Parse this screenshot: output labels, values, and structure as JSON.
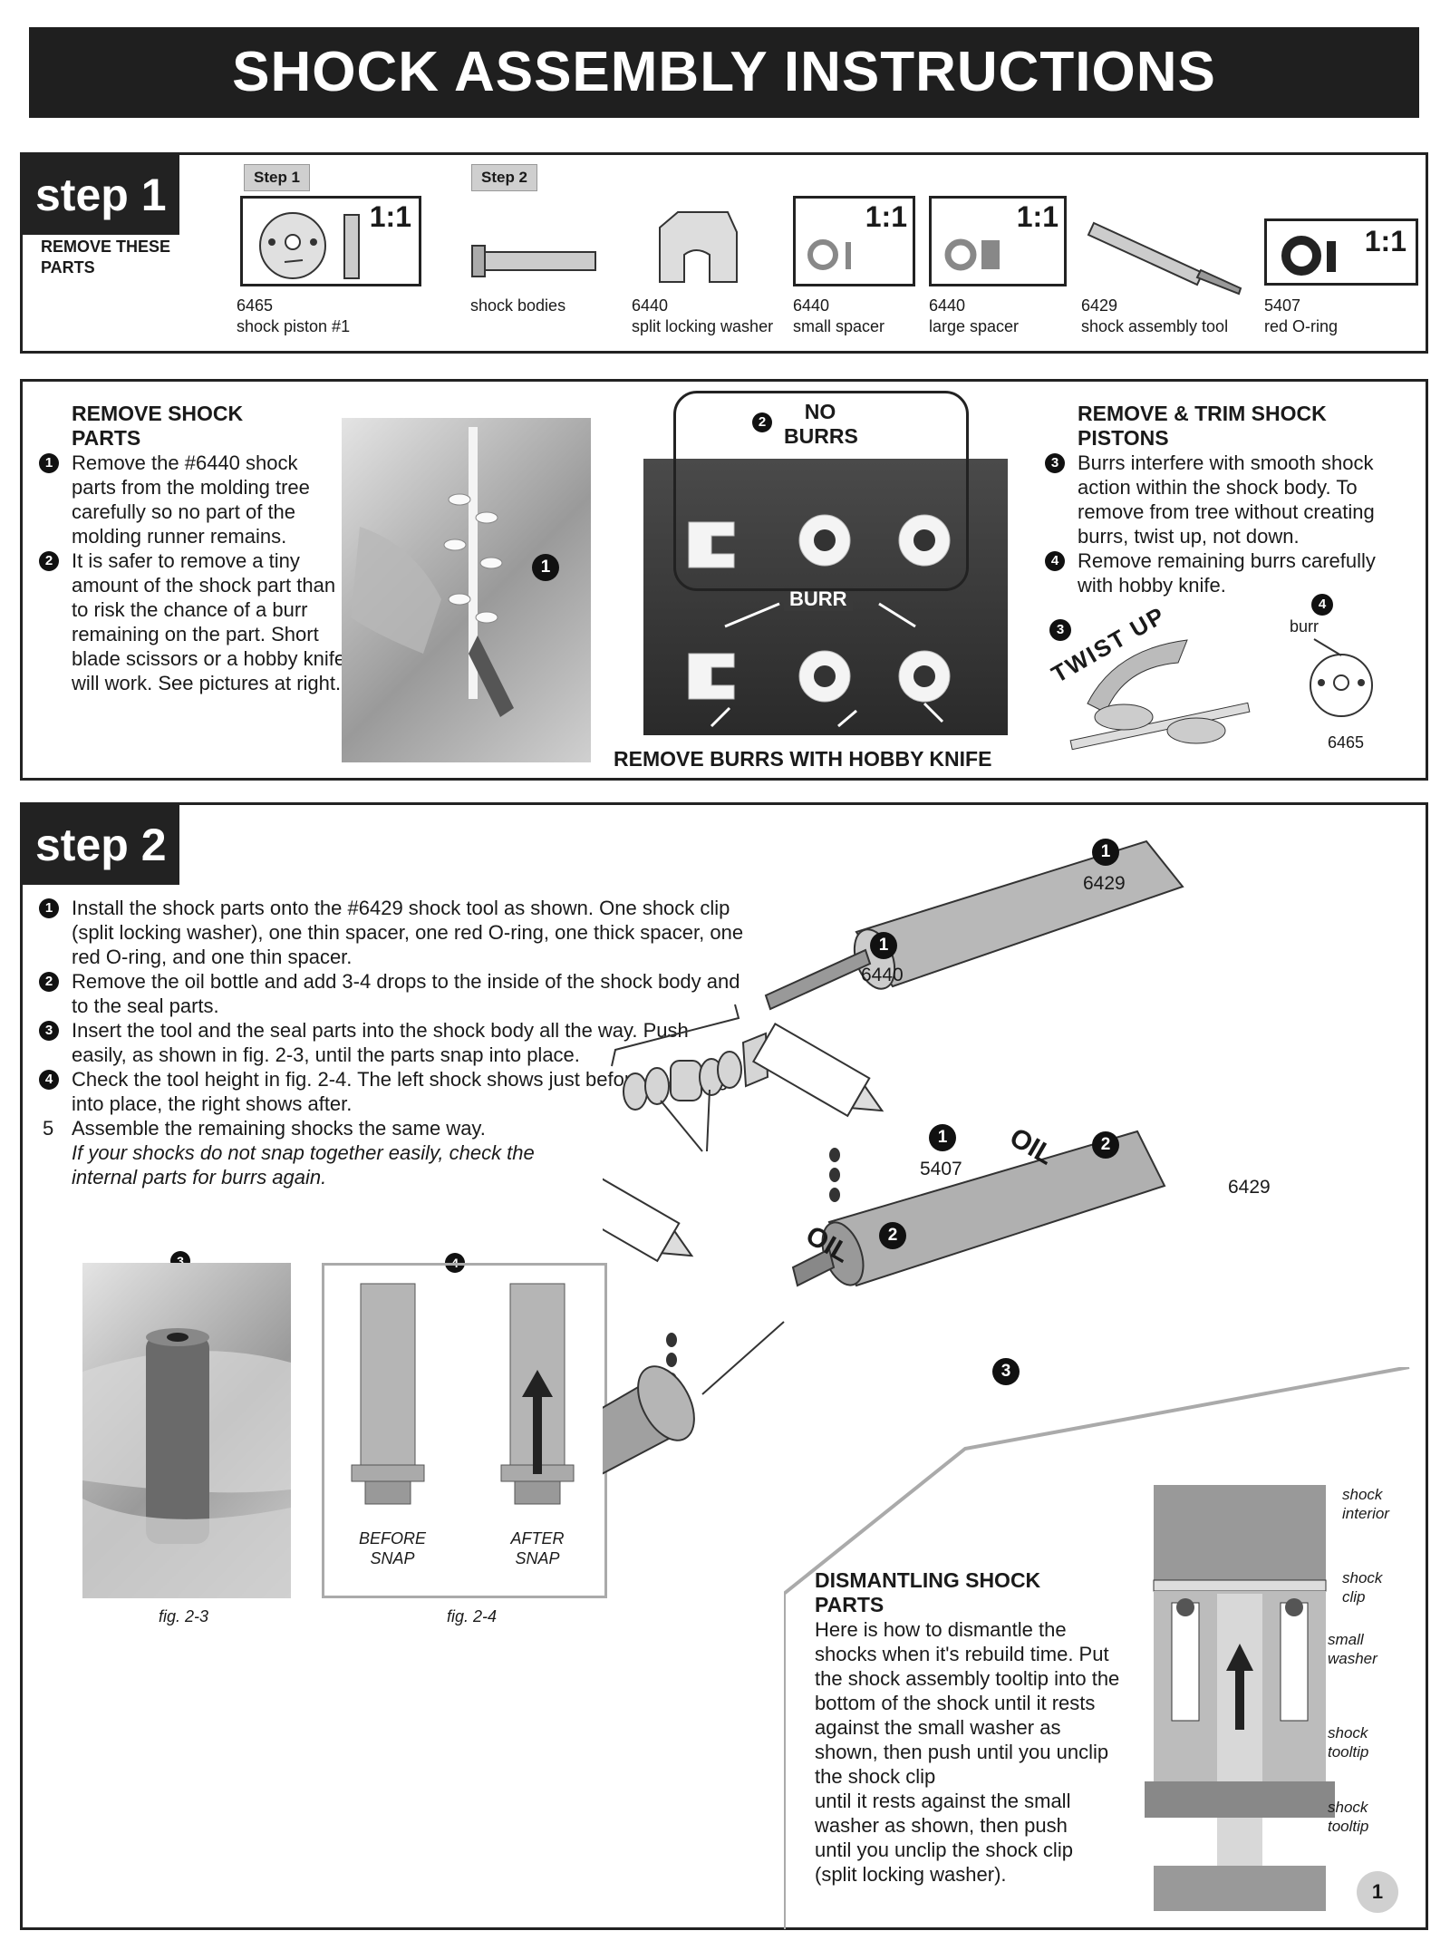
{
  "title": "SHOCK ASSEMBLY INSTRUCTIONS",
  "step1": {
    "tab": "step 1",
    "remove_label": "REMOVE THESE PARTS",
    "sub_step1": "Step 1",
    "sub_step2": "Step 2",
    "scale": "1:1",
    "parts": [
      {
        "num": "6465",
        "name": "shock piston #1"
      },
      {
        "num": "",
        "name": "shock bodies"
      },
      {
        "num": "6440",
        "name": "split locking washer"
      },
      {
        "num": "6440",
        "name": "small spacer"
      },
      {
        "num": "6440",
        "name": "large spacer"
      },
      {
        "num": "6429",
        "name": "shock assembly tool"
      },
      {
        "num": "5407",
        "name": "red O-ring"
      }
    ]
  },
  "remove_section": {
    "left_title": "REMOVE SHOCK PARTS",
    "left_items": [
      {
        "n": "1",
        "text": "Remove the #6440 shock parts from the molding tree carefully so no part of the molding runner remains."
      },
      {
        "n": "2",
        "text": "It is safer to remove a tiny amount of the shock part than to risk the chance of a burr remaining on the part. Short blade scissors or a hobby knife will work. See pictures at right."
      }
    ],
    "photo_callout": "1",
    "no_burrs_num": "2",
    "no_burrs": "NO BURRS",
    "burr_label": "BURR",
    "remove_burrs": "REMOVE BURRS WITH HOBBY KNIFE",
    "right_title": "REMOVE & TRIM SHOCK PISTONS",
    "right_items": [
      {
        "n": "3",
        "text": "Burrs interfere with smooth shock action within the shock body. To remove from tree without creating burrs, twist up, not down."
      },
      {
        "n": "4",
        "text": "Remove remaining burrs carefully with hobby knife."
      }
    ],
    "twist_num": "3",
    "twist_up": "TWIST UP",
    "burr_num": "4",
    "burr_small": "burr",
    "piston_num": "6465"
  },
  "step2": {
    "tab": "step 2",
    "items": [
      {
        "n": "1",
        "text": "Install the shock parts onto the #6429 shock tool as shown. One shock clip (split locking washer), one thin spacer, one red O-ring, one thick spacer, one red O-ring, and one thin spacer."
      },
      {
        "n": "2",
        "text": "Remove the oil bottle and add 3-4 drops to the inside of the shock body and to the seal parts."
      },
      {
        "n": "3",
        "text": "Insert the tool and the seal parts into the shock body all the way. Push easily, as shown in fig. 2-3, until the parts snap into place."
      },
      {
        "n": "4",
        "text": "Check the tool height in fig. 2-4. The left shock shows just before snapping into place, the right shows after."
      },
      {
        "n": "5",
        "text": "Assemble the remaining shocks the same way."
      }
    ],
    "note": "If your shocks do not snap together easily, check the internal parts for burrs again.",
    "fig3_num": "3",
    "fig4_num": "4",
    "before_snap": "BEFORE SNAP",
    "after_snap": "AFTER SNAP",
    "fig3_cap": "fig. 2-3",
    "fig4_cap": "fig. 2-4",
    "diagram": {
      "tool_num": "1",
      "tool_part": "6429",
      "spacer_num": "1",
      "spacer_part": "6440",
      "oring_num": "1",
      "oring_part": "5407",
      "oil_num_a": "2",
      "oil_num_b": "2",
      "oil": "OIL",
      "tool_part_b": "6429",
      "insert_num": "3"
    },
    "dismantle_title": "DISMANTLING SHOCK PARTS",
    "dismantle_text": "Here is how to dismantle the shocks when it's rebuild time. Put the shock assembly tooltip into the bottom of the shock until it rests against the small washer as shown, then push until you unclip the shock clip",
    "dismantle_text_dup": "until it rests against the small washer as shown, then push until you unclip the shock clip (split locking washer).",
    "cutaway_labels": [
      "shock interior",
      "shock clip",
      "small washer",
      "shock tooltip",
      "shock tooltip"
    ],
    "page_number": "1"
  }
}
